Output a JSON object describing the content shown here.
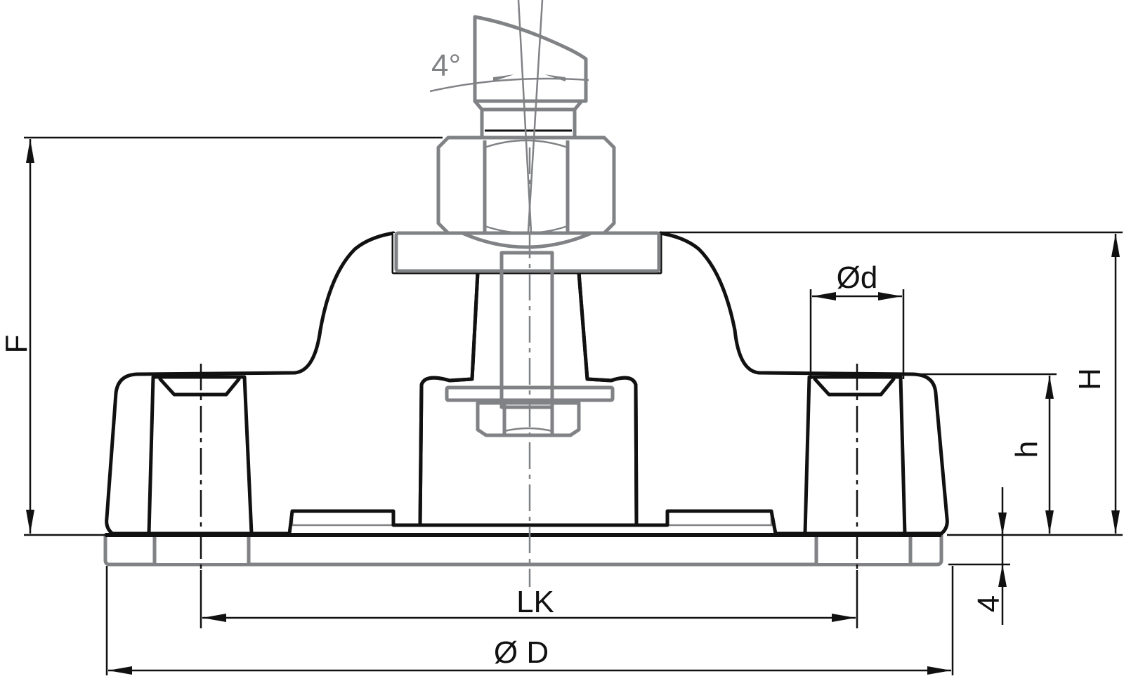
{
  "drawing": {
    "type": "technical cross-section drawing",
    "subject": "machine mount / leveling foot with anti-slip pad",
    "colors": {
      "section_outline": "#111111",
      "hidden_parts": "#808285",
      "background": "#ffffff"
    }
  },
  "dimensions": {
    "angle": "4°",
    "bore_diameter": "Ød",
    "overall_height_F": "F",
    "body_height_H": "H",
    "flange_height_h": "h",
    "pad_thickness": "4",
    "bolt_circle": "LK",
    "outer_diameter": "Ø D"
  }
}
